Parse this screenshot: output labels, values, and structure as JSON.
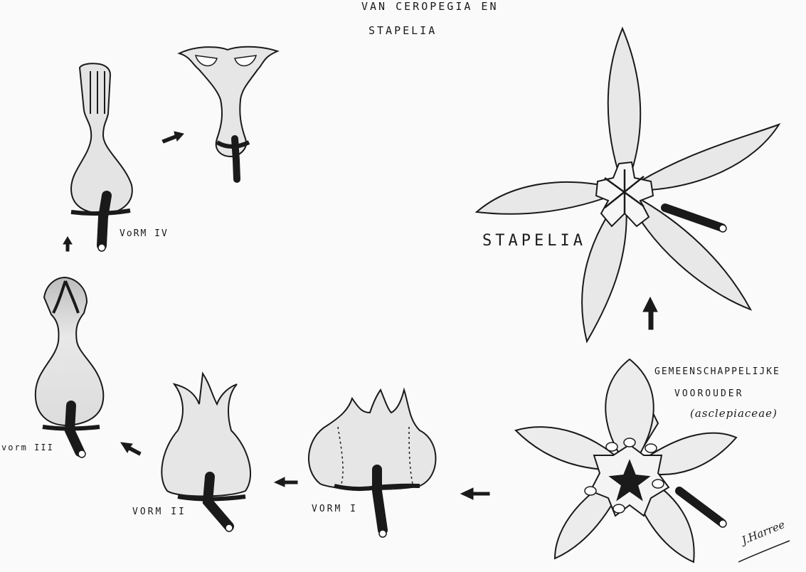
{
  "title": {
    "line1": "VAN   CEROPEGIA EN",
    "line2": "STAPELIA"
  },
  "labels": {
    "stapelia": "STAPELIA",
    "ancestor_line1": "GEMEENSCHAPPELIJKE",
    "ancestor_line2": "VOOROUDER",
    "ancestor_line3": "(asclepiaceae)",
    "vorm_1": "VORM I",
    "vorm_2": "VORM II",
    "vorm_3": "vorm III",
    "vorm_4": "VoRM IV",
    "signature": "J.Harree"
  },
  "colors": {
    "ink": "#1a1a1a",
    "paper": "#fafafa",
    "petal_fill": "#e6e6e6",
    "shade": "#cfcfcf"
  }
}
